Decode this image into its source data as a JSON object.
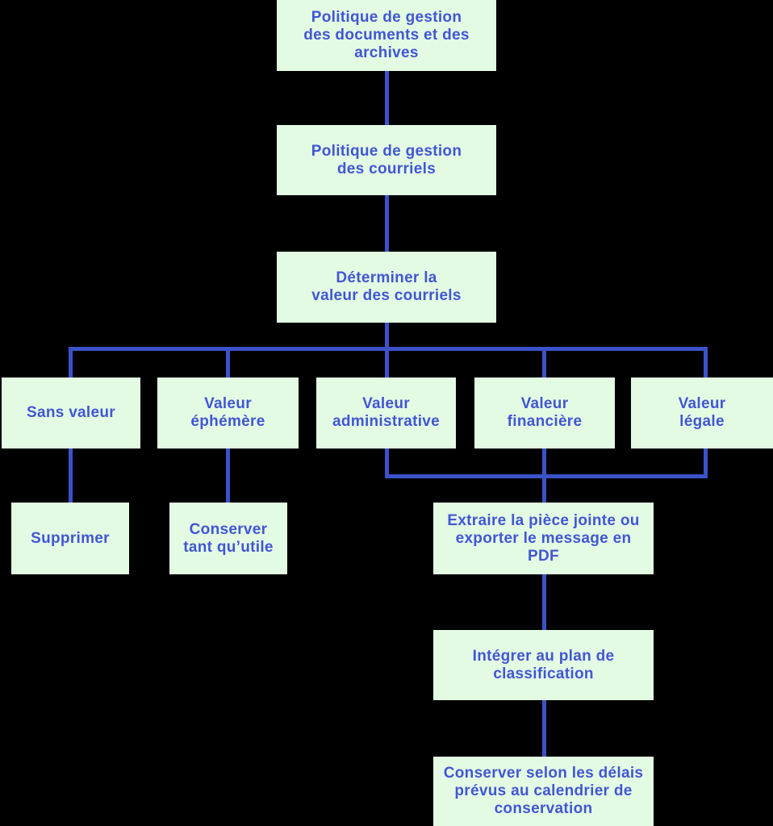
{
  "diagram": {
    "type": "flowchart",
    "colors": {
      "background": "#000000",
      "node_fill": "#e3fbe3",
      "node_text": "#4156d3",
      "connector": "#3b52c9"
    },
    "nodes": [
      {
        "id": "politique-documents-archives",
        "label": "Politique de gestion\ndes documents et des\narchives"
      },
      {
        "id": "politique-courriels",
        "label": "Politique de gestion\ndes courriels"
      },
      {
        "id": "determiner-valeur",
        "label": "Déterminer la\nvaleur des courriels"
      },
      {
        "id": "sans-valeur",
        "label": "Sans valeur"
      },
      {
        "id": "valeur-ephemere",
        "label": "Valeur\néphémère"
      },
      {
        "id": "valeur-administrative",
        "label": "Valeur\nadministrative"
      },
      {
        "id": "valeur-financiere",
        "label": "Valeur\nfinancière"
      },
      {
        "id": "valeur-legale",
        "label": "Valeur\nlégale"
      },
      {
        "id": "supprimer",
        "label": "Supprimer"
      },
      {
        "id": "conserver-tant-qu-utile",
        "label": "Conserver\ntant qu’utile"
      },
      {
        "id": "extraire-piece-jointe",
        "label": "Extraire la pièce jointe ou\nexporter le message en\nPDF"
      },
      {
        "id": "integrer-plan-classification",
        "label": "Intégrer au plan de\nclassification"
      },
      {
        "id": "conserver-selon-delais",
        "label": "Conserver selon les délais\nprévus au calendrier de\nconservation"
      }
    ],
    "edges": [
      {
        "from": "politique-documents-archives",
        "to": "politique-courriels"
      },
      {
        "from": "politique-courriels",
        "to": "determiner-valeur"
      },
      {
        "from": "determiner-valeur",
        "to": "sans-valeur"
      },
      {
        "from": "determiner-valeur",
        "to": "valeur-ephemere"
      },
      {
        "from": "determiner-valeur",
        "to": "valeur-administrative"
      },
      {
        "from": "determiner-valeur",
        "to": "valeur-financiere"
      },
      {
        "from": "determiner-valeur",
        "to": "valeur-legale"
      },
      {
        "from": "sans-valeur",
        "to": "supprimer"
      },
      {
        "from": "valeur-ephemere",
        "to": "conserver-tant-qu-utile"
      },
      {
        "from": "valeur-administrative",
        "to": "extraire-piece-jointe"
      },
      {
        "from": "valeur-financiere",
        "to": "extraire-piece-jointe"
      },
      {
        "from": "valeur-legale",
        "to": "extraire-piece-jointe"
      },
      {
        "from": "extraire-piece-jointe",
        "to": "integrer-plan-classification"
      },
      {
        "from": "integrer-plan-classification",
        "to": "conserver-selon-delais"
      }
    ]
  }
}
